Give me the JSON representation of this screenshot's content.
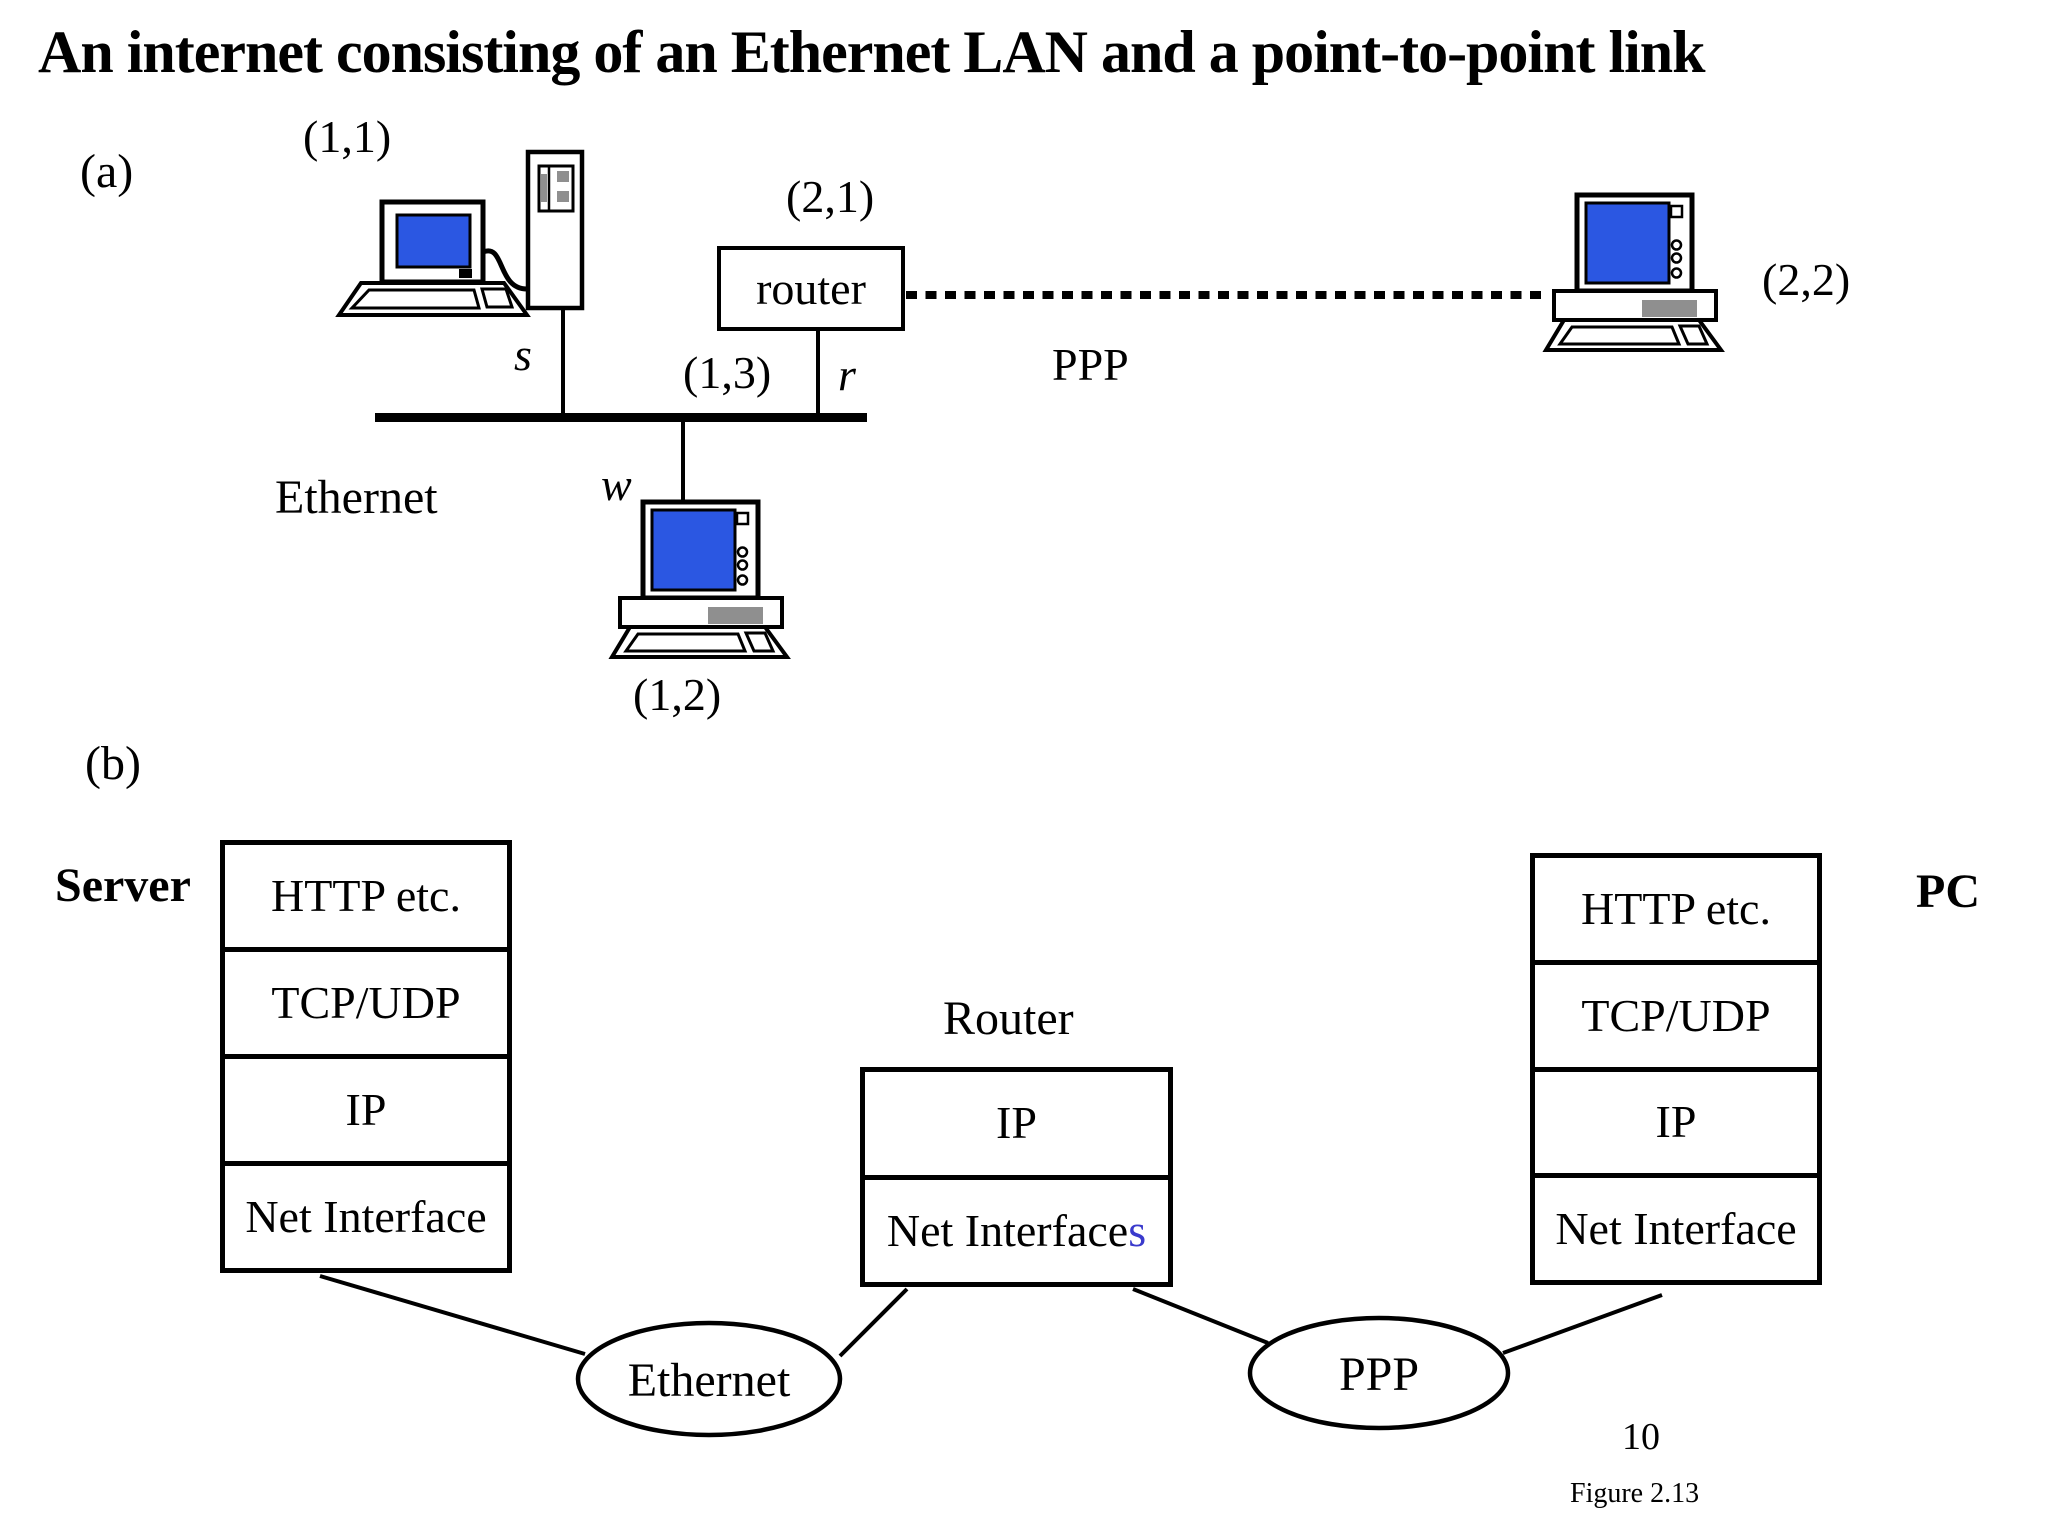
{
  "title": "An internet consisting of an Ethernet LAN and a point-to-point link",
  "colors": {
    "screen_blue": "#2b57e2",
    "slot_gray": "#8f8f8f",
    "highlight_blue": "#3a3acc"
  },
  "part_a": {
    "label": "(a)",
    "ethernet_label": "Ethernet",
    "ppp_label": "PPP",
    "nodes": {
      "server_address": "(1,1)",
      "server_interface": "s",
      "router_label": "router",
      "router_address": "(2,1)",
      "router_lan_address": "(1,3)",
      "router_interface": "r",
      "workstation_address": "(1,2)",
      "workstation_interface": "w",
      "pc_address": "(2,2)"
    }
  },
  "part_b": {
    "label": "(b)",
    "server": {
      "title": "Server",
      "layers": [
        "HTTP etc.",
        "TCP/UDP",
        "IP",
        "Net Interface"
      ]
    },
    "router": {
      "title": "Router",
      "ip_layer": "IP",
      "net_interface_base": "Net Interface",
      "net_interface_suffix": "s"
    },
    "pc": {
      "title": "PC",
      "layers": [
        "HTTP etc.",
        "TCP/UDP",
        "IP",
        "Net Interface"
      ]
    },
    "ethernet_ellipse_label": "Ethernet",
    "ppp_ellipse_label": "PPP"
  },
  "footer": {
    "page_number": "10",
    "figure_caption": "Figure 2.13"
  }
}
